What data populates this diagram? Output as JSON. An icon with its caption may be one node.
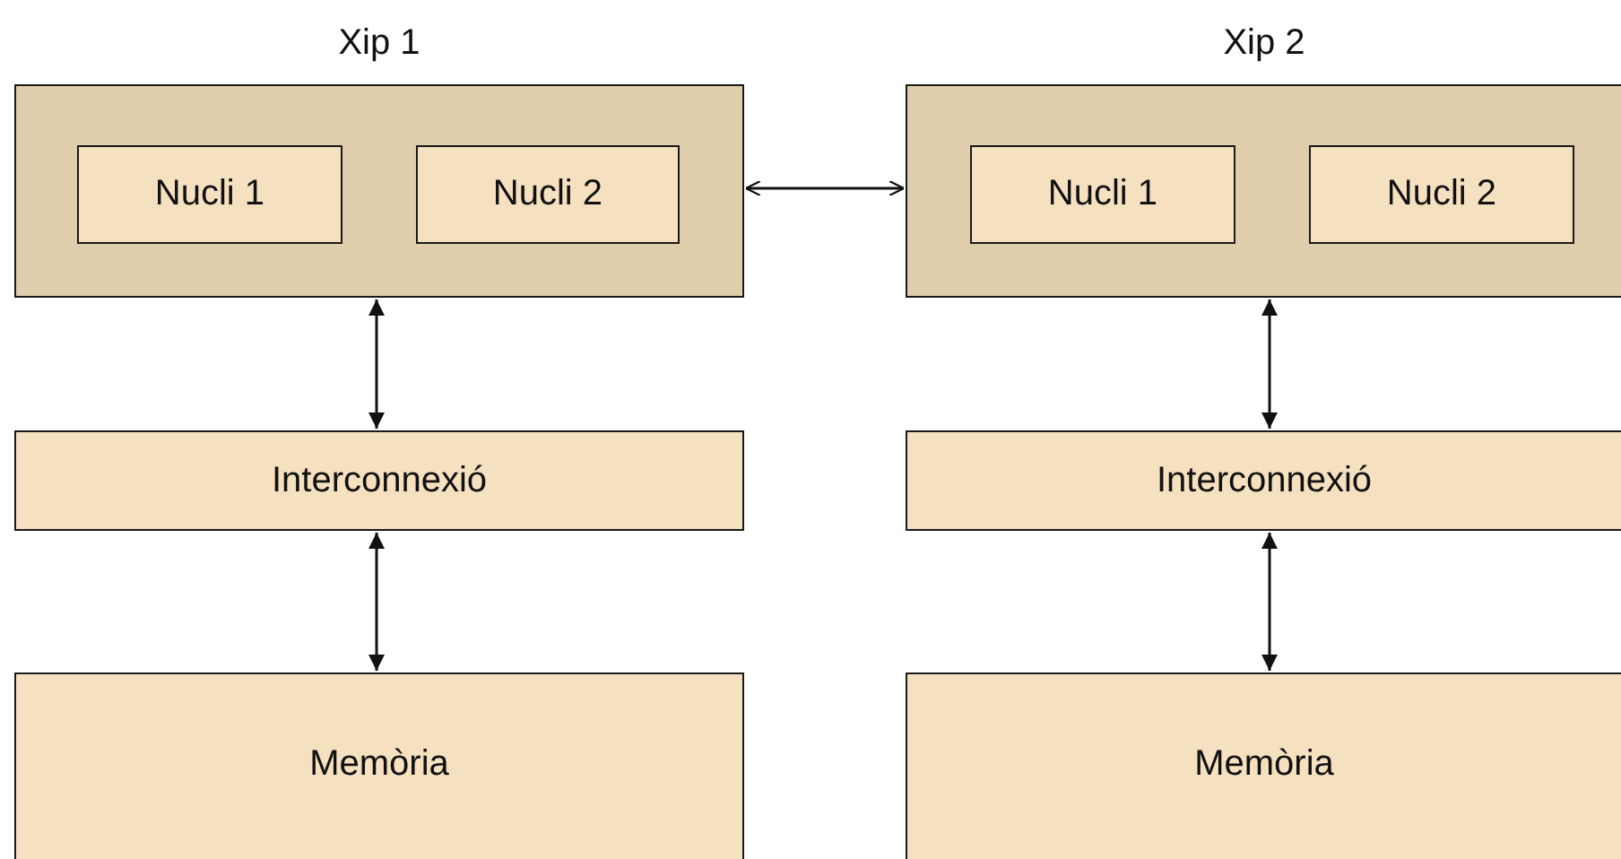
{
  "diagram": {
    "nodes": [
      {
        "text": [
          "Xip 1"
        ]
      },
      {
        "text": [
          "Nucli 1"
        ],
        "in": 0
      },
      {
        "text": [
          "Nucli 2"
        ],
        "in": 0
      },
      {
        "text": [
          "Xip 2"
        ]
      },
      {
        "text": [
          "Nucli 1"
        ],
        "in": 3
      },
      {
        "text": [
          "Nucli 2"
        ],
        "in": 3
      },
      {
        "text": [
          "Interconnexió"
        ]
      },
      {
        "text": [
          "Interconnexió"
        ]
      },
      {
        "text": [
          "Memòria"
        ]
      },
      {
        "text": [
          "Memòria"
        ]
      }
    ],
    "edges": [
      {
        "from": 0,
        "to": 3,
        "arrow": "both"
      },
      {
        "from": 0,
        "to": 6,
        "arrow": "both"
      },
      {
        "from": 3,
        "to": 7,
        "arrow": "both"
      },
      {
        "from": 6,
        "to": 8,
        "arrow": "both"
      },
      {
        "from": 7,
        "to": 9,
        "arrow": "both"
      }
    ]
  }
}
